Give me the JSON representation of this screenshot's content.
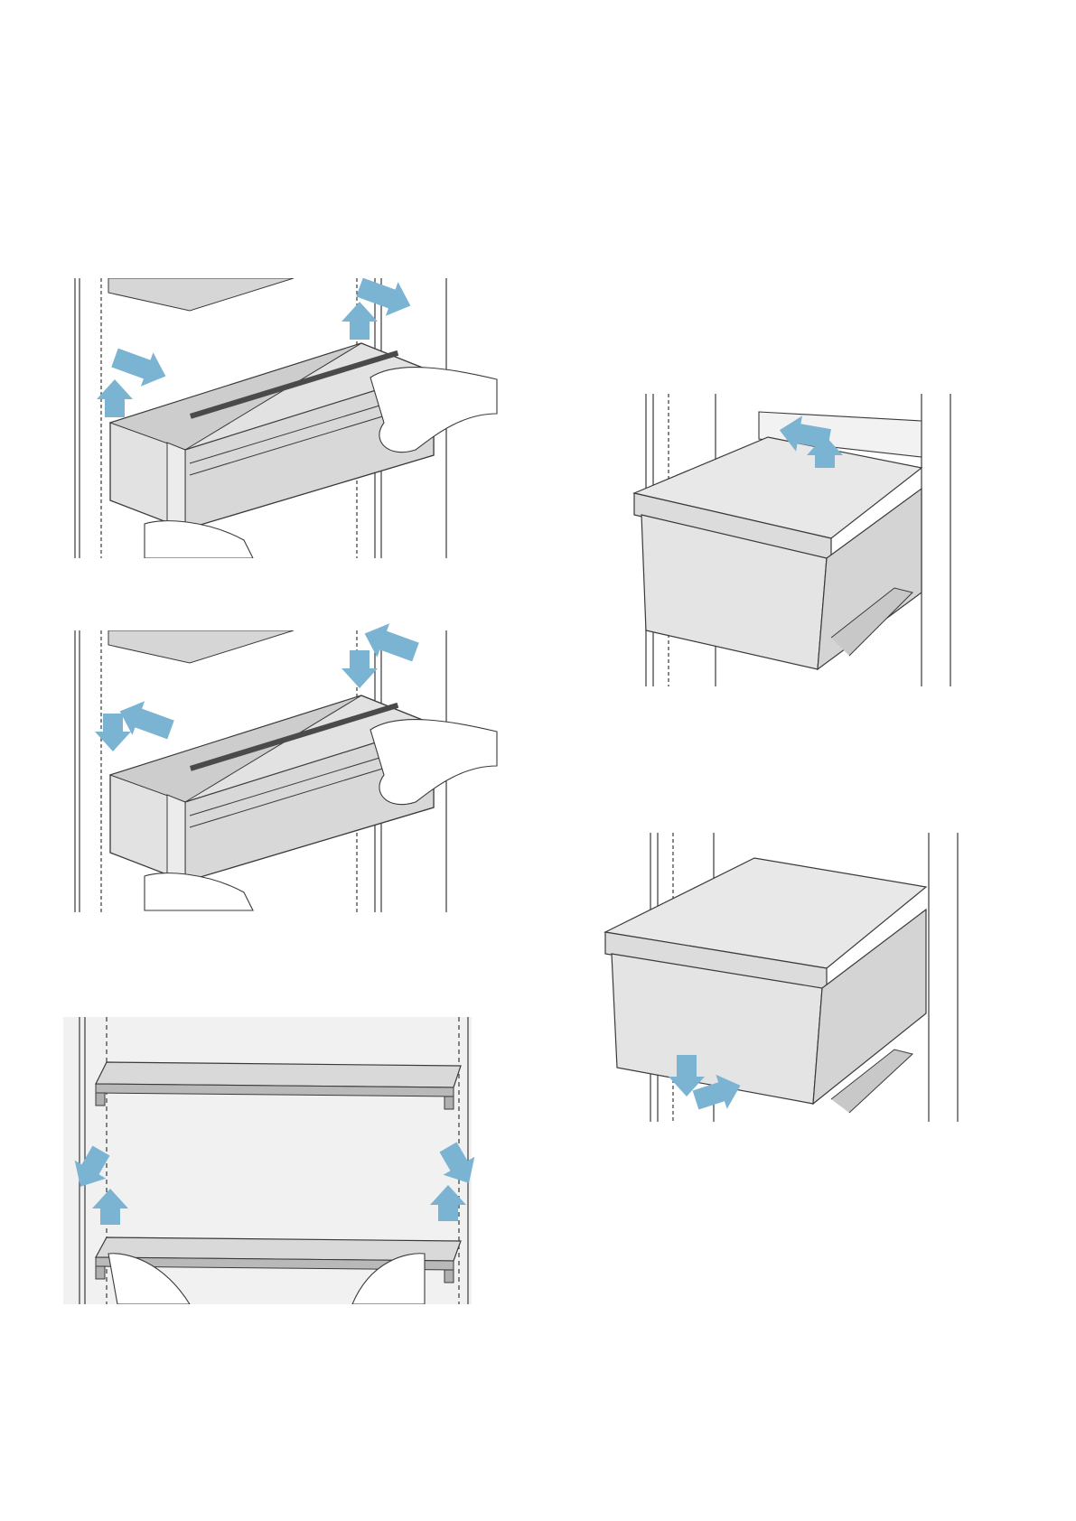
{
  "page": {
    "type": "appliance-manual-illustrations",
    "text_present": false
  },
  "colors": {
    "arrow": "#7bb4d2",
    "line": "#3a3a3a",
    "fill_light": "#e6e6e6",
    "fill_mid": "#d2d2d2",
    "fill_dark": "#bdbdbd",
    "background_panel": "#f1f1f1"
  },
  "figures": [
    {
      "id": "door-balcony-remove",
      "arrows": [
        "arrow-up",
        "arrow-right",
        "arrow-up",
        "arrow-right"
      ]
    },
    {
      "id": "door-balcony-insert",
      "arrows": [
        "arrow-left",
        "arrow-down",
        "arrow-left",
        "arrow-down"
      ]
    },
    {
      "id": "glass-shelf-insert",
      "arrows": [
        "arrow-down-left",
        "arrow-up",
        "arrow-down-right",
        "arrow-up"
      ]
    },
    {
      "id": "freezer-drawer-remove",
      "arrows": [
        "arrow-up",
        "arrow-left"
      ]
    },
    {
      "id": "freezer-drawer-insert",
      "arrows": [
        "arrow-down",
        "arrow-right"
      ]
    }
  ]
}
